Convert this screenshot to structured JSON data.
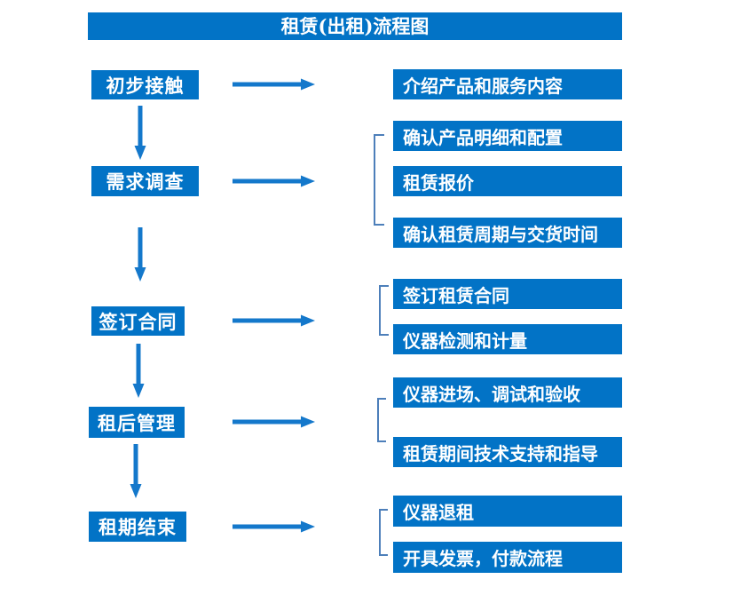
{
  "title": "租赁(出租)流程图",
  "sections": [
    {
      "step": "初步接触",
      "details": [
        "介绍产品和服务内容"
      ]
    },
    {
      "step": "需求调查",
      "details": [
        "确认产品明细和配置",
        "租赁报价",
        "确认租赁周期与交货时间"
      ]
    },
    {
      "step": "签订合同",
      "details": [
        "签订租赁合同",
        "仪器检测和计量"
      ]
    },
    {
      "step": "租后管理",
      "details": [
        "仪器进场、调试和验收",
        "租赁期间技术支持和指导"
      ]
    },
    {
      "step": "租期结束",
      "details": [
        "仪器退租",
        "开具发票，付款流程"
      ]
    }
  ],
  "colors": {
    "box_blue": "#0273c6",
    "arrow_blue": "#1478cb",
    "bracket_blue": "#4d7fba",
    "text": "#ffffff",
    "background": "#ffffff"
  }
}
